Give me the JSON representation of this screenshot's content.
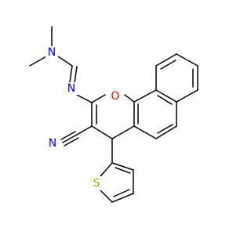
{
  "molecule": {
    "atoms": {
      "N_amine": {
        "label": "N",
        "color": "#0000ff"
      },
      "N_imine": {
        "label": "N",
        "color": "#0000ff"
      },
      "O_ring": {
        "label": "O",
        "color": "#ff0000"
      },
      "N_nitrile": {
        "label": "N",
        "color": "#0000ff"
      },
      "S_thiophene": {
        "label": "S",
        "color": "#b8a800"
      }
    },
    "colors": {
      "bond": "#000000",
      "background": "#ffffff"
    }
  }
}
